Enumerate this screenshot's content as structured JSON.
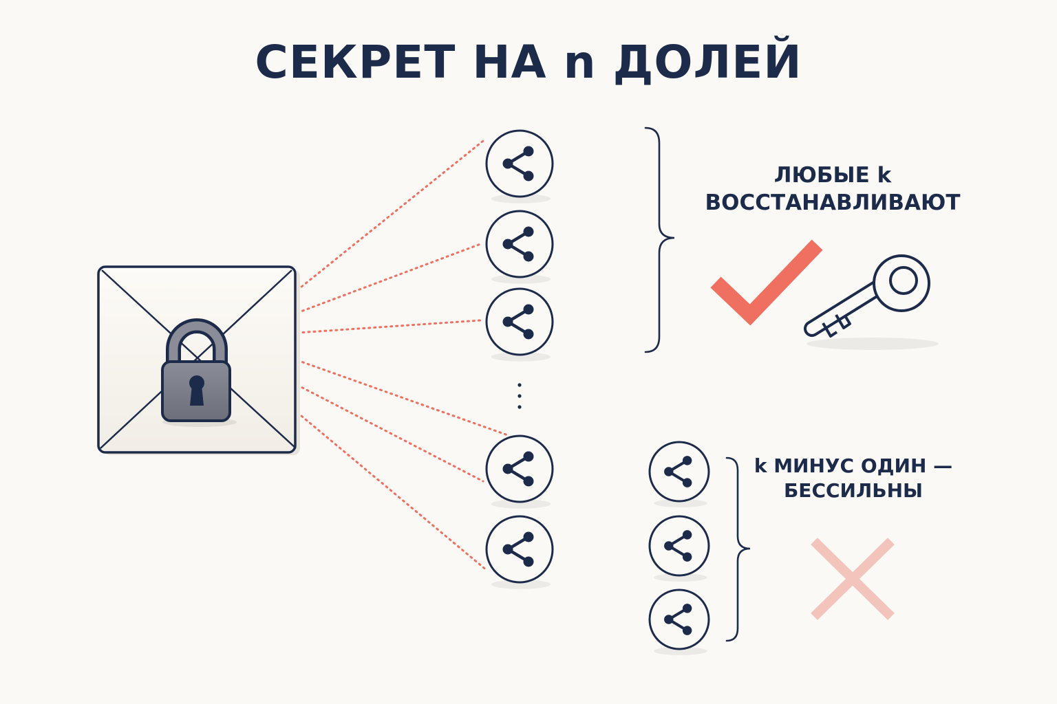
{
  "title": "СЕКРЕТ НА n ДОЛЕЙ",
  "reconstruct": {
    "line1": "ЛЮБЫЕ k",
    "line2": "ВОССТАНАВЛИВАЮТ",
    "status_icon": "check-icon",
    "result_icon": "key-icon"
  },
  "insufficient": {
    "line1": "k МИНУС ОДИН —",
    "line2": "БЕССИЛЬНЫ",
    "status_icon": "cross-icon"
  },
  "secret": {
    "icons": [
      "envelope-icon",
      "padlock-icon"
    ]
  },
  "shares": {
    "icon": "share-icon",
    "main_column_count": 5,
    "extra_column_count": 3,
    "ellipsis": "⋮"
  },
  "colors": {
    "text": "#1c2b4a",
    "accent": "#ef7060",
    "accent_faded": "#f3c4bb",
    "lock": "#7c7f8a",
    "background": "#fbf9f5"
  }
}
